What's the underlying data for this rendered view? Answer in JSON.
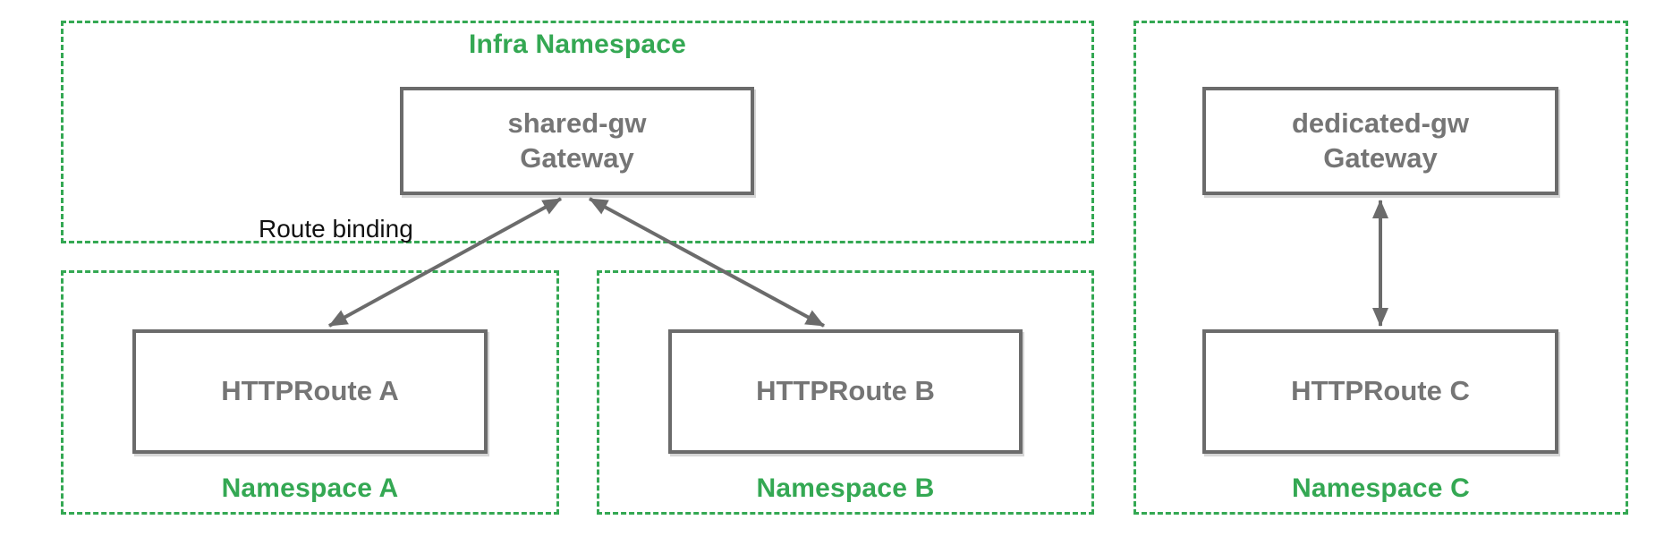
{
  "diagram": {
    "colors": {
      "namespace_green": "#34a853",
      "node_border_gray": "#6b6b6b",
      "node_text_gray": "#757575",
      "annotation_black": "#111111"
    },
    "namespaces": {
      "infra": {
        "title": "Infra Namespace"
      },
      "a": {
        "title": "Namespace A"
      },
      "b": {
        "title": "Namespace B"
      },
      "c": {
        "title": "Namespace C"
      }
    },
    "nodes": {
      "shared_gw": {
        "name": "shared-gw",
        "kind": "Gateway"
      },
      "dedicated_gw": {
        "name": "dedicated-gw",
        "kind": "Gateway"
      },
      "httproute_a": {
        "label": "HTTPRoute A"
      },
      "httproute_b": {
        "label": "HTTPRoute B"
      },
      "httproute_c": {
        "label": "HTTPRoute C"
      }
    },
    "annotations": {
      "route_binding": "Route binding"
    },
    "edges": [
      {
        "from": "shared-gw Gateway",
        "to": "HTTPRoute A",
        "relation": "route binding",
        "bidirectional": true
      },
      {
        "from": "shared-gw Gateway",
        "to": "HTTPRoute B",
        "relation": "route binding",
        "bidirectional": true
      },
      {
        "from": "dedicated-gw Gateway",
        "to": "HTTPRoute C",
        "relation": "route binding",
        "bidirectional": true
      }
    ]
  }
}
